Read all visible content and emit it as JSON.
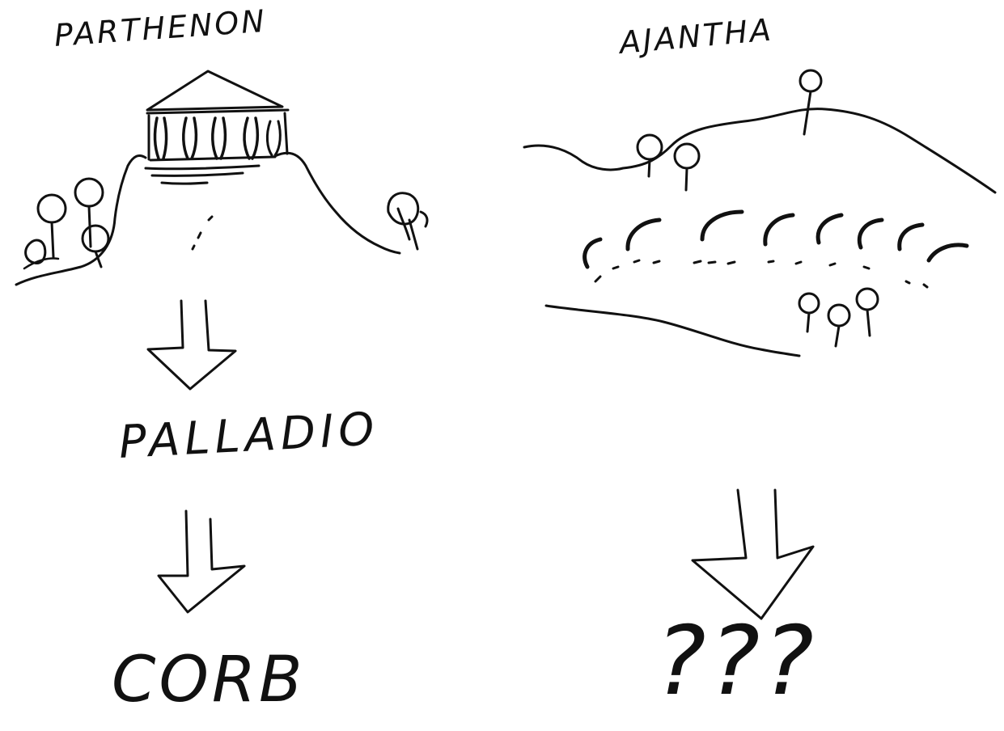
{
  "left_column": {
    "title": "PARTHENON",
    "second": "PALLADIO",
    "third": "CORB"
  },
  "right_column": {
    "title": "AJANTHA",
    "result": "???"
  },
  "colors": {
    "ink": "#111111",
    "paper": "#ffffff"
  }
}
